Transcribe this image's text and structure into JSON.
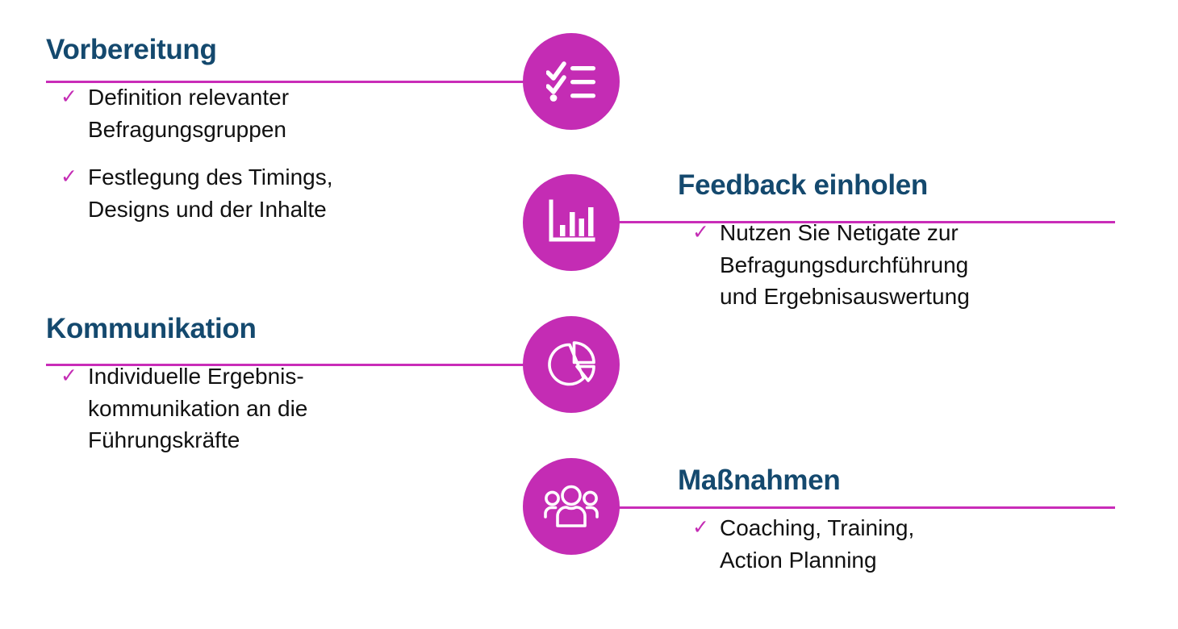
{
  "colors": {
    "magenta": "#C42CB4",
    "rule": "#C92CB8",
    "heading_navy": "#14496E",
    "body_text": "#111111",
    "background": "#FFFFFF"
  },
  "sections": [
    {
      "id": "vorbereitung",
      "heading": "Vorbereitung",
      "icon": "checklist-icon",
      "side": "left",
      "bullets": [
        {
          "check": "✓",
          "lines": [
            "Definition relevanter",
            "Befragungsgruppen"
          ]
        },
        {
          "check": "✓",
          "lines": [
            "Festlegung des Timings,",
            "Designs und der Inhalte"
          ]
        }
      ]
    },
    {
      "id": "feedback",
      "heading": "Feedback einholen",
      "icon": "bar-chart-icon",
      "side": "right",
      "bullets": [
        {
          "check": "✓",
          "lines": [
            "Nutzen Sie Netigate zur",
            "Befragungsdurchführung",
            "und Ergebnisauswertung"
          ]
        }
      ]
    },
    {
      "id": "kommunikation",
      "heading": "Kommunikation",
      "icon": "pie-chart-icon",
      "side": "left",
      "bullets": [
        {
          "check": "✓",
          "lines": [
            "Individuelle Ergebnis-",
            "kommunikation an die",
            "Führungskräfte"
          ]
        }
      ]
    },
    {
      "id": "massnahmen",
      "heading": "Maßnahmen",
      "icon": "people-group-icon",
      "side": "right",
      "bullets": [
        {
          "check": "✓",
          "lines": [
            "Coaching, Training,",
            "Action Planning"
          ]
        }
      ]
    }
  ]
}
